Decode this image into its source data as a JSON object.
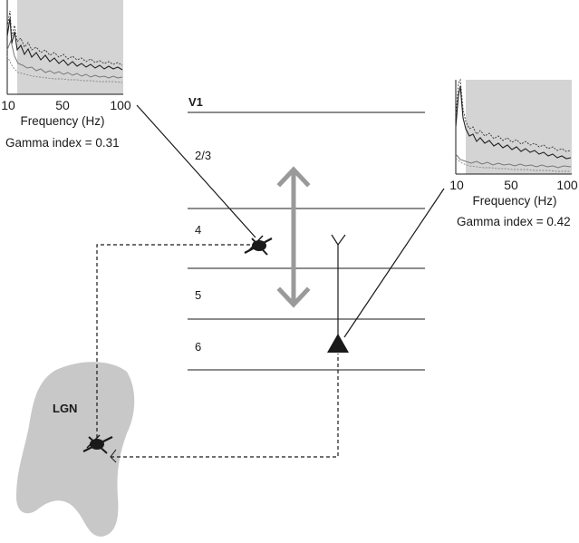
{
  "cortex": {
    "area_label": "V1",
    "layers": [
      "2/3",
      "4",
      "5",
      "6"
    ]
  },
  "thalamus": {
    "label": "LGN"
  },
  "spectra": [
    {
      "id": "layer4",
      "xlabel": "Frequency (Hz)",
      "ticks": [
        "10",
        "50",
        "100"
      ],
      "gamma_index": "Gamma index = 0.31"
    },
    {
      "id": "layer6",
      "xlabel": "Frequency (Hz)",
      "ticks": [
        "10",
        "50",
        "100"
      ],
      "gamma_index": "Gamma index = 0.42"
    }
  ],
  "colors": {
    "lgn_fill": "#c8c8c8",
    "gamma_band_shade": "#d4d4d4",
    "arrow": "#9a9a9a",
    "ink": "#1a1a1a"
  }
}
